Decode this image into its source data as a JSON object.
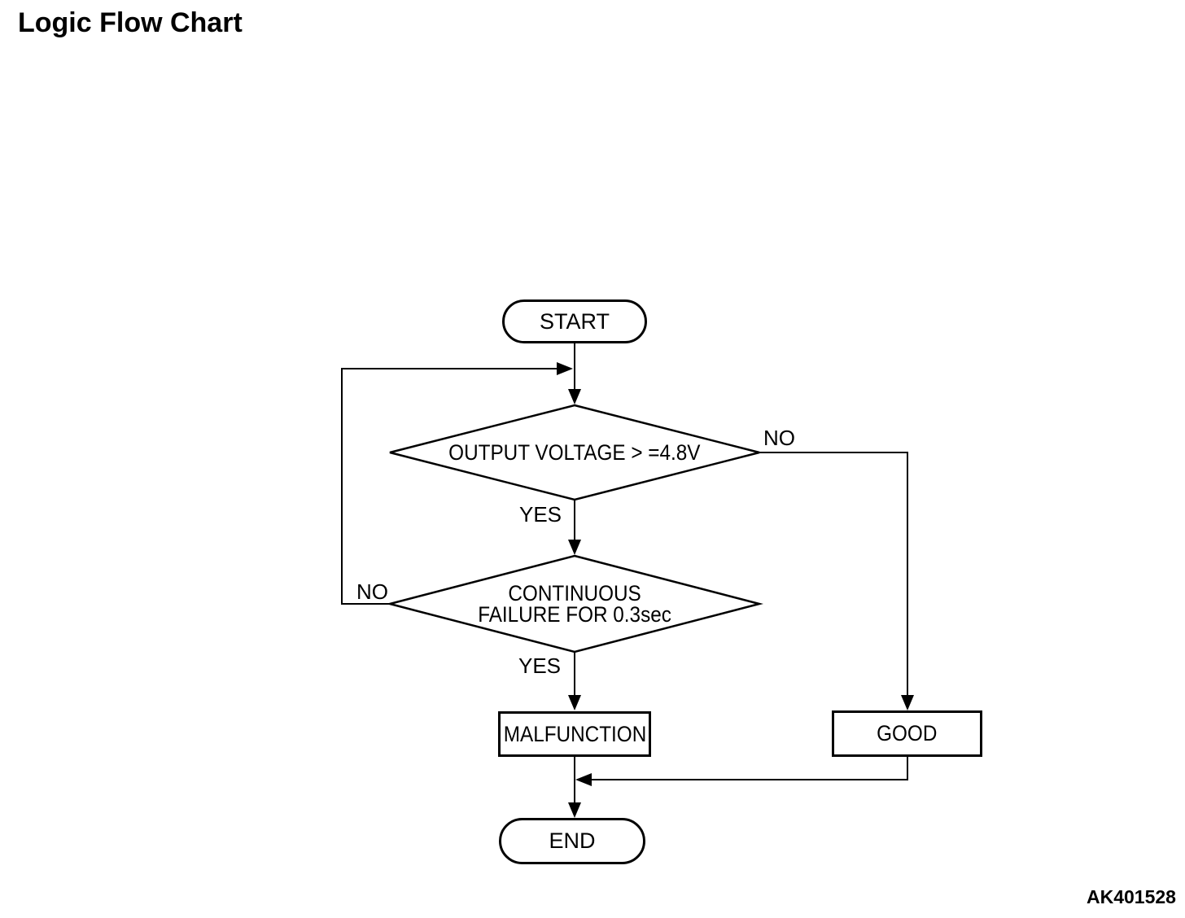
{
  "page": {
    "title": "Logic Flow Chart",
    "figure_code": "AK401528",
    "background_color": "#ffffff",
    "line_color": "#000000",
    "text_color": "#000000"
  },
  "flowchart": {
    "start": {
      "label": "START",
      "type": "terminator"
    },
    "decision_output_voltage": {
      "label": "OUTPUT VOLTAGE > =4.8V",
      "type": "decision",
      "yes_label": "YES",
      "no_label": "NO"
    },
    "decision_continuous_failure": {
      "label_line1": "CONTINUOUS",
      "label_line2": "FAILURE FOR 0.3sec",
      "type": "decision",
      "yes_label": "YES",
      "no_label": "NO"
    },
    "malfunction": {
      "label": "MALFUNCTION",
      "type": "process"
    },
    "good": {
      "label": "GOOD",
      "type": "process"
    },
    "end": {
      "label": "END",
      "type": "terminator"
    }
  }
}
